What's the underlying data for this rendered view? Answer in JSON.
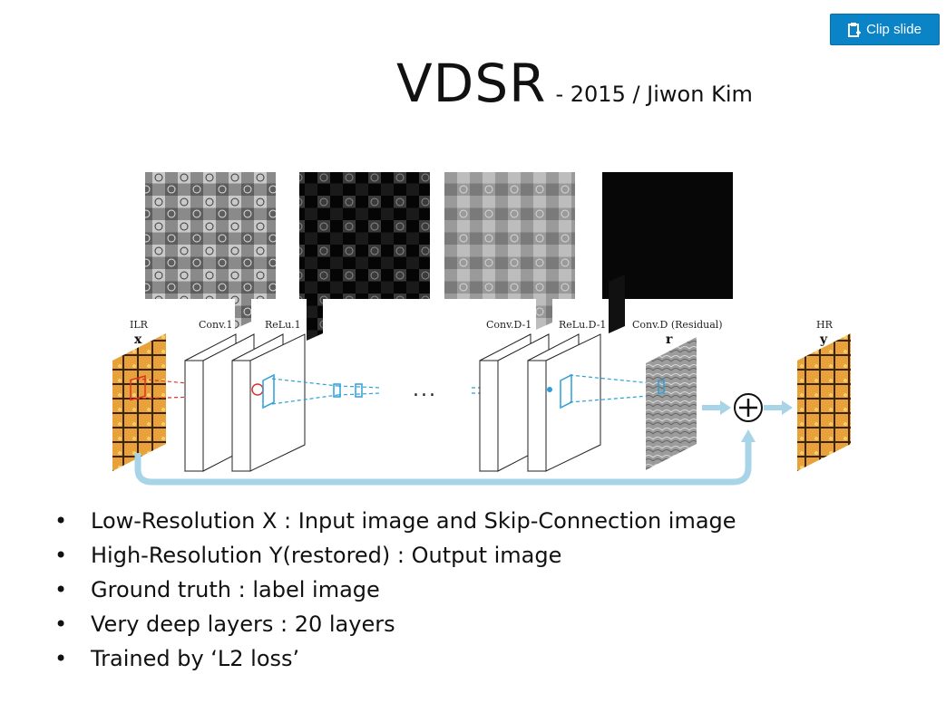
{
  "clip_button": {
    "label": "Clip slide",
    "icon": "clip-icon"
  },
  "title": {
    "main": "VDSR",
    "sub": "- 2015 / Jiwon Kim"
  },
  "figure": {
    "labels": {
      "ilr": "ILR",
      "x": "x",
      "conv1": "Conv.1",
      "relu1": "ReLu.1",
      "convd1": "Conv.D-1",
      "relud1": "ReLu.D-1",
      "convd": "Conv.D (Residual)",
      "r": "r",
      "hr": "HR",
      "y": "y",
      "ellipsis": "..."
    },
    "colors": {
      "red": "#e0302c",
      "blue": "#2a9fd8",
      "skip": "#a8d4e8"
    }
  },
  "bullets": [
    "Low-Resolution X : Input image and Skip-Connection image",
    "High-Resolution Y(restored) :  Output image",
    "Ground truth : label image",
    "Very deep layers : 20 layers",
    "Trained by ‘L2 loss’"
  ],
  "bullet_glyph": "•"
}
